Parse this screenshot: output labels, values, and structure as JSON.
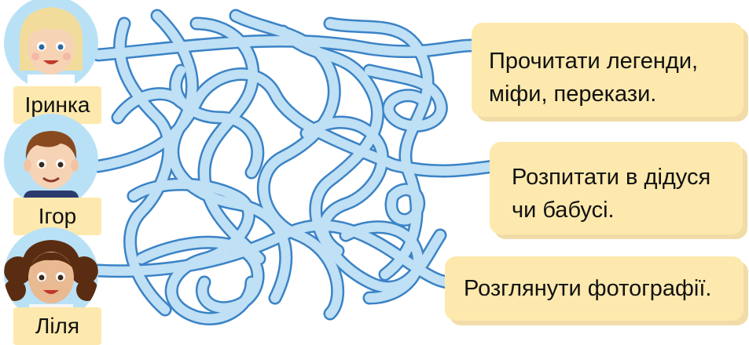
{
  "children": [
    {
      "name": "Іринка",
      "hair": "#f2dc9c",
      "hair_style": "blonde",
      "shirt": "#ffffff"
    },
    {
      "name": "Ігор",
      "hair": "#8a4a1f",
      "hair_style": "short",
      "shirt": "#2b3b6e"
    },
    {
      "name": "Ліля",
      "hair": "#5a2d12",
      "hair_style": "curly",
      "shirt": "#f5f5f5"
    }
  ],
  "tasks": [
    {
      "line1": "Прочитати легенди,",
      "line2": "міфи, перекази."
    },
    {
      "line1": "Розпитати в дідуся",
      "line2": "чи бабусі."
    },
    {
      "line1": "Розглянути фотографії.",
      "line2": ""
    }
  ],
  "colors": {
    "maze_fill": "#bfe0f5",
    "maze_stroke": "#3b83c6",
    "card": "#fde9ad",
    "avatar_bg": "#b9e1f6"
  }
}
